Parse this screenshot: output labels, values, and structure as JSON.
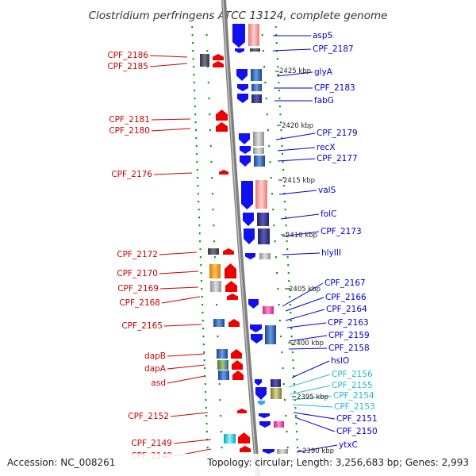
{
  "title": "Clostridium perfringens ATCC 13124, complete genome",
  "footer": {
    "accession": "Accession: NC_008261",
    "summary": "Topology: circular; Length: 3,256,683 bp; Genes: 2,993"
  },
  "colors": {
    "left_label": "#cc0000",
    "right_label": "#0000cc",
    "cyan_label": "#22bbcc",
    "backbone": "#8a8a8a",
    "tick": "#009900"
  },
  "kbp_markers": [
    "2425 kbp",
    "2420 kbp",
    "2415 kbp",
    "2410 kbp",
    "2405 kbp",
    "2400 kbp",
    "2395 kbp",
    "2390 kbp"
  ],
  "left_labels": [
    "CPF_2186",
    "CPF_2185",
    "CPF_2181",
    "CPF_2180",
    "CPF_2176",
    "CPF_2172",
    "CPF_2170",
    "CPF_2169",
    "CPF_2168",
    "CPF_2165",
    "dapB",
    "dapA",
    "asd",
    "CPF_2152",
    "CPF_2149",
    "CPF_2148"
  ],
  "right_labels": [
    {
      "text": "aspS",
      "color": "blue"
    },
    {
      "text": "CPF_2187",
      "color": "blue"
    },
    {
      "text": "glyA",
      "color": "blue"
    },
    {
      "text": "CPF_2183",
      "color": "blue"
    },
    {
      "text": "fabG",
      "color": "blue"
    },
    {
      "text": "CPF_2179",
      "color": "blue"
    },
    {
      "text": "recX",
      "color": "blue"
    },
    {
      "text": "CPF_2177",
      "color": "blue"
    },
    {
      "text": "valS",
      "color": "blue"
    },
    {
      "text": "folC",
      "color": "blue"
    },
    {
      "text": "CPF_2173",
      "color": "blue"
    },
    {
      "text": "hlyIII",
      "color": "blue"
    },
    {
      "text": "CPF_2167",
      "color": "blue"
    },
    {
      "text": "CPF_2166",
      "color": "blue"
    },
    {
      "text": "CPF_2164",
      "color": "blue"
    },
    {
      "text": "CPF_2163",
      "color": "blue"
    },
    {
      "text": "CPF_2159",
      "color": "blue"
    },
    {
      "text": "CPF_2158",
      "color": "blue"
    },
    {
      "text": "hslO",
      "color": "blue"
    },
    {
      "text": "CPF_2156",
      "color": "cyan"
    },
    {
      "text": "CPF_2155",
      "color": "cyan"
    },
    {
      "text": "CPF_2154",
      "color": "cyan"
    },
    {
      "text": "CPF_2153",
      "color": "cyan"
    },
    {
      "text": "CPF_2151",
      "color": "blue"
    },
    {
      "text": "CPF_2150",
      "color": "blue"
    },
    {
      "text": "ytxC",
      "color": "blue"
    }
  ]
}
